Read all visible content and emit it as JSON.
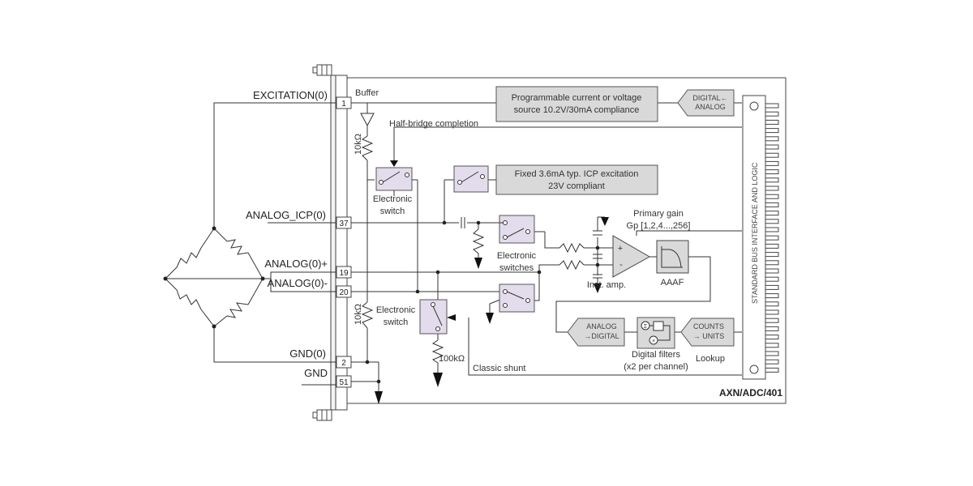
{
  "ext_labels": {
    "excitation": "EXCITATION(0)",
    "analog_icp": "ANALOG_ICP(0)",
    "analog_pos": "ANALOG(0)+",
    "analog_neg": "ANALOG(0)-",
    "gnd0": "GND(0)",
    "gnd": "GND"
  },
  "pins": {
    "p1": "1",
    "p37": "37",
    "p19": "19",
    "p20": "20",
    "p2": "2",
    "p51": "51"
  },
  "labels": {
    "buffer": "Buffer",
    "half_bridge": "Half-bridge completion",
    "res_10k_top": "10kΩ",
    "res_10k_bottom": "10kΩ",
    "res_100k": "100kΩ",
    "electronic_switch_1a": "Electronic",
    "electronic_switch_1b": "switch",
    "electronic_switches_a": "Electronic",
    "electronic_switches_b": "switches",
    "electronic_switch_2a": "Electronic",
    "electronic_switch_2b": "switch",
    "primary_gain_a": "Primary gain",
    "primary_gain_b": "Gp [1,2,4...,256]",
    "inst_amp": "Inst. amp.",
    "aaaf": "AAAF",
    "digital_filters_a": "Digital filters",
    "digital_filters_b": "(x2 per channel)",
    "lookup": "Lookup",
    "classic_shunt": "Classic shunt",
    "plus": "+",
    "minus": "-",
    "model": "AXN/ADC/401",
    "bus": "STANDARD BUS INTERFACE AND LOGIC"
  },
  "boxes": {
    "source_a": "Programmable current or voltage",
    "source_b": "source 10.2V/30mA compliance",
    "icp_a": "Fixed 3.6mA typ. ICP excitation",
    "icp_b": "23V compliant"
  },
  "arrows": {
    "digital_analog_a": "DIGITAL←",
    "digital_analog_b": "ANALOG",
    "analog_digital_a": "ANALOG",
    "analog_digital_b": "→DIGITAL",
    "counts_units_a": "COUNTS",
    "counts_units_b": "→ UNITS"
  },
  "colors": {
    "gray_box": "#d9d9d9",
    "switch_box": "#e3dcec",
    "line": "#333333"
  }
}
